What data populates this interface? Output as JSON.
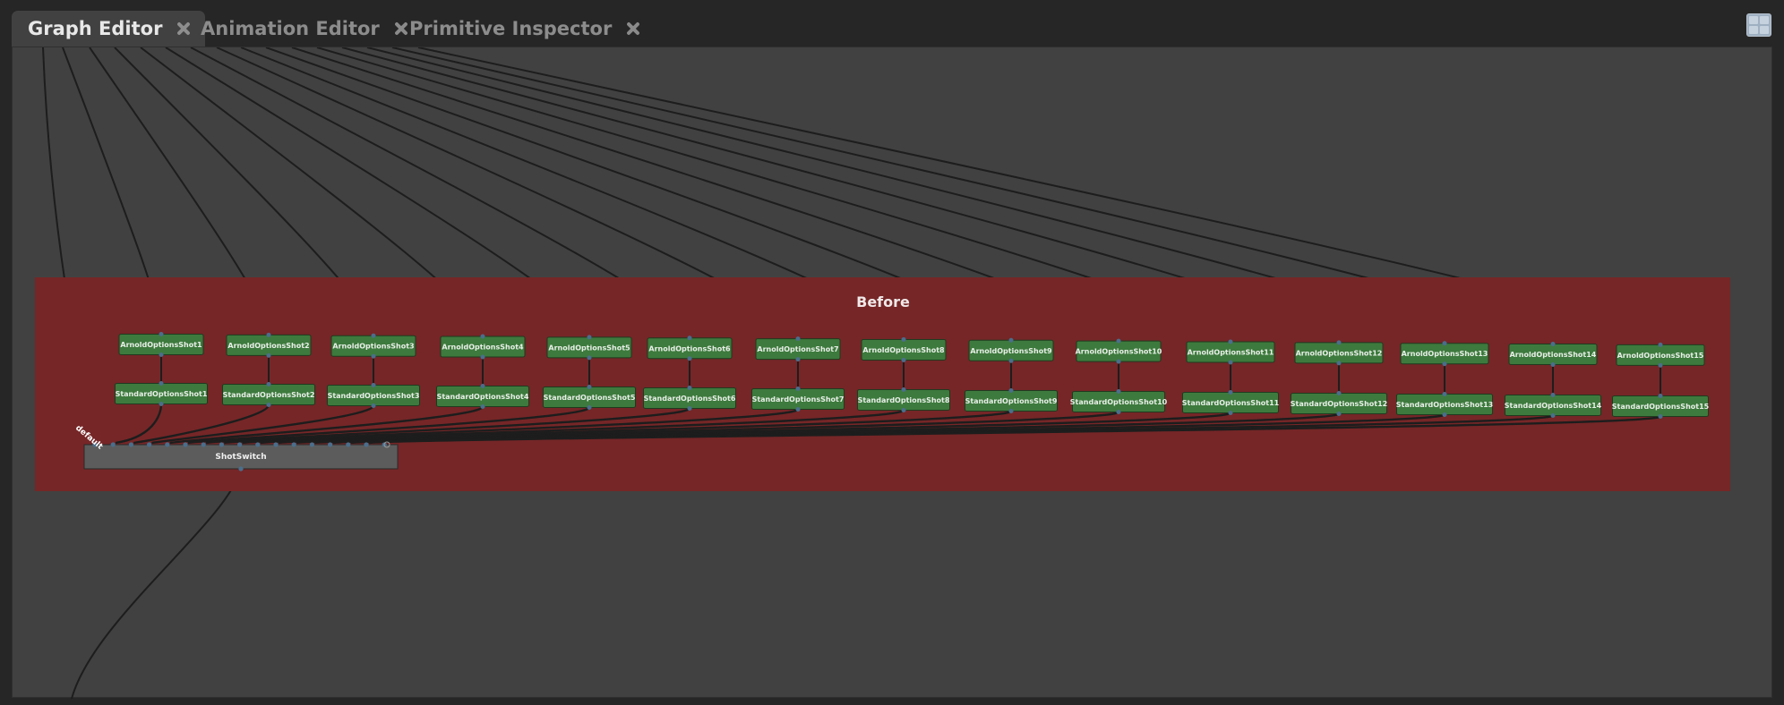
{
  "tabs": [
    {
      "label": "Graph Editor",
      "active": true
    },
    {
      "label": "Animation Editor",
      "active": false
    },
    {
      "label": "Primitive Inspector",
      "active": false
    }
  ],
  "layout_button_icon": "layout-grid-icon",
  "graph": {
    "backdrop": {
      "title": "Before",
      "color": "#762627"
    },
    "arnold_nodes": [
      "ArnoldOptionsShot1",
      "ArnoldOptionsShot2",
      "ArnoldOptionsShot3",
      "ArnoldOptionsShot4",
      "ArnoldOptionsShot5",
      "ArnoldOptionsShot6",
      "ArnoldOptionsShot7",
      "ArnoldOptionsShot8",
      "ArnoldOptionsShot9",
      "ArnoldOptionsShot10",
      "ArnoldOptionsShot11",
      "ArnoldOptionsShot12",
      "ArnoldOptionsShot13",
      "ArnoldOptionsShot14",
      "ArnoldOptionsShot15"
    ],
    "standard_nodes": [
      "StandardOptionsShot1",
      "StandardOptionsShot2",
      "StandardOptionsShot3",
      "StandardOptionsShot4",
      "StandardOptionsShot5",
      "StandardOptionsShot6",
      "StandardOptionsShot7",
      "StandardOptionsShot8",
      "StandardOptionsShot9",
      "StandardOptionsShot10",
      "StandardOptionsShot11",
      "StandardOptionsShot12",
      "StandardOptionsShot13",
      "StandardOptionsShot14",
      "StandardOptionsShot15"
    ],
    "switch_node": "ShotSwitch",
    "default_label": "default",
    "node_color": "#3d7a3d",
    "switch_color": "#5c5c5c"
  }
}
